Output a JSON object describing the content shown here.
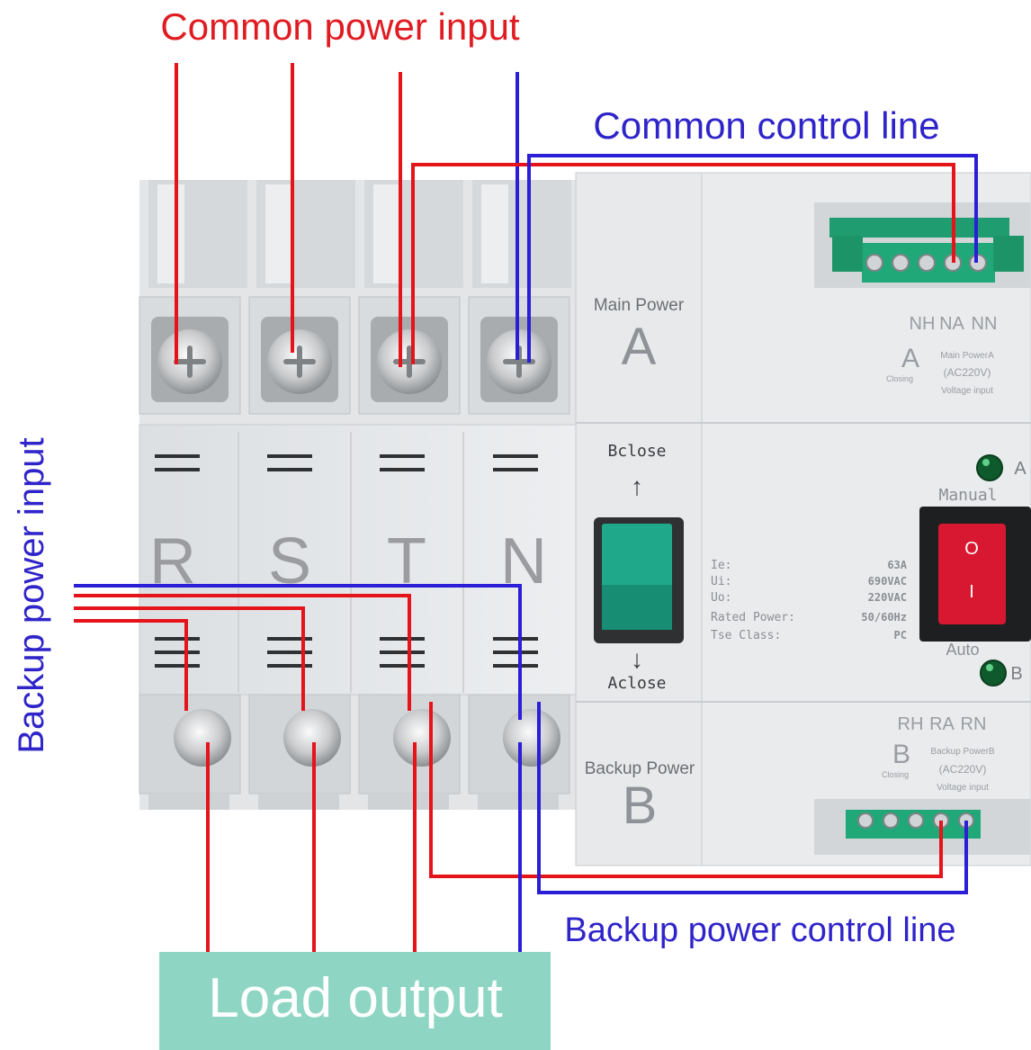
{
  "labels": {
    "common_power_input": "Common power input",
    "common_control_line": "Common control line",
    "backup_power_input": "Backup power input",
    "backup_power_control_line": "Backup power control line",
    "load_output": "Load output"
  },
  "device": {
    "poles": [
      "R",
      "S",
      "T",
      "N"
    ],
    "main_power": {
      "caption": "Main Power",
      "letter": "A"
    },
    "backup_power": {
      "caption": "Backup Power",
      "letter": "B"
    },
    "handle_up": "Bclose",
    "handle_down": "Aclose",
    "rating_keys": [
      "Ie:",
      "Ui:",
      "Uo:",
      "Rated Power:",
      "Tse Class:"
    ],
    "rating_values": [
      "63A",
      "690VAC",
      "220VAC",
      "50/60Hz",
      "PC"
    ],
    "main_terminal": {
      "terminals": [
        "NH",
        "NA",
        "NN"
      ],
      "letter": "A",
      "sub": "Closing",
      "desc": [
        "Main PowerA",
        "(AC220V)",
        "Voltage input"
      ]
    },
    "backup_terminal": {
      "terminals": [
        "RH",
        "RA",
        "RN"
      ],
      "letter": "B",
      "sub": "Closing",
      "desc": [
        "Backup PowerB",
        "(AC220V)",
        "Voltage input"
      ]
    },
    "switch": {
      "top": "Manual",
      "bottom": "Auto",
      "led_a": "A",
      "led_b": "B",
      "on": "O",
      "off": "I"
    }
  },
  "colors": {
    "live_wire": "#e5141b",
    "neutral_wire": "#2a1fd6",
    "label_red": "#e01b22",
    "label_blue": "#2f24c9",
    "load_box": "#8ed6c3",
    "handle": "#1fa98a",
    "terminal_block": "#21a878",
    "rocker": "#d81830",
    "device_body": "#e6e8ea"
  }
}
